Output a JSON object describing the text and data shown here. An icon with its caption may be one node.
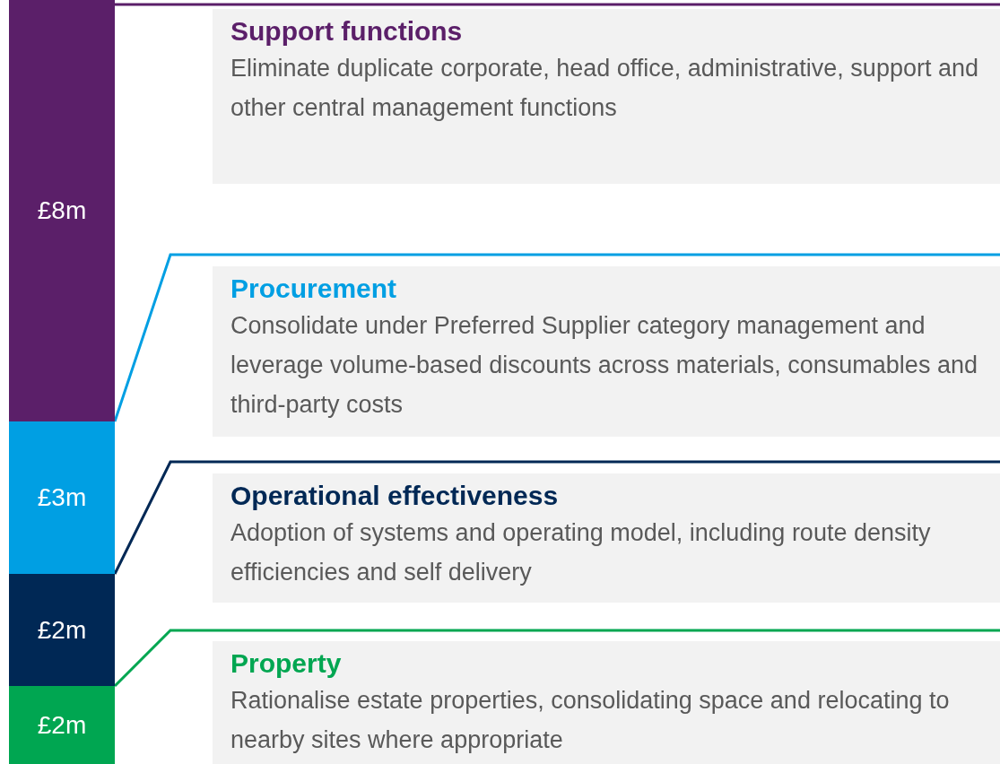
{
  "diagram": {
    "nodes": [
      {
        "text": [
          "£8m"
        ]
      },
      {
        "text": [
          "£3m"
        ]
      },
      {
        "text": [
          "£2m"
        ]
      },
      {
        "text": [
          "£2m"
        ]
      },
      {
        "text": [
          "Support functions",
          "Eliminate duplicate corporate, head office, administrative, support and other central management functions"
        ]
      },
      {
        "text": [
          "Procurement",
          "Consolidate under Preferred Supplier category management and leverage volume-based discounts across materials, consumables and third-party costs"
        ]
      },
      {
        "text": [
          "Operational effectiveness",
          "Adoption of systems and operating model, including route density efficiencies and self delivery"
        ]
      },
      {
        "text": [
          "Property",
          "Rationalise estate properties, consolidating space and relocating to nearby sites where appropriate"
        ]
      }
    ],
    "edges": [
      {
        "from": 0,
        "to": 4,
        "arrow": "none",
        "color": "#5b1f69"
      },
      {
        "from": 1,
        "to": 5,
        "arrow": "none",
        "color": "#009fe3"
      },
      {
        "from": 2,
        "to": 6,
        "arrow": "none",
        "color": "#002855"
      },
      {
        "from": 3,
        "to": 7,
        "arrow": "none",
        "color": "#00a651"
      }
    ]
  }
}
